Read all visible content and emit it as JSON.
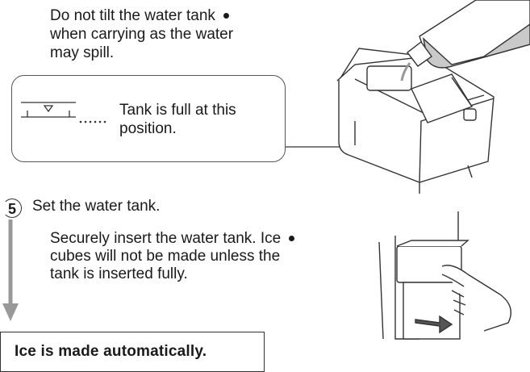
{
  "carry_note": {
    "line1": "Do not tilt the water tank",
    "line2": "when carrying as the water",
    "line3": "may spill."
  },
  "full_callout": {
    "line1": "Tank is full at this",
    "line2": "position."
  },
  "step": {
    "number": "5",
    "title": "Set the water tank."
  },
  "insert_note": {
    "line1": "Securely insert the water tank. Ice",
    "line2": "cubes will not be made unless the",
    "line3": "tank is inserted fully."
  },
  "result": {
    "text": "Ice is made automatically."
  }
}
